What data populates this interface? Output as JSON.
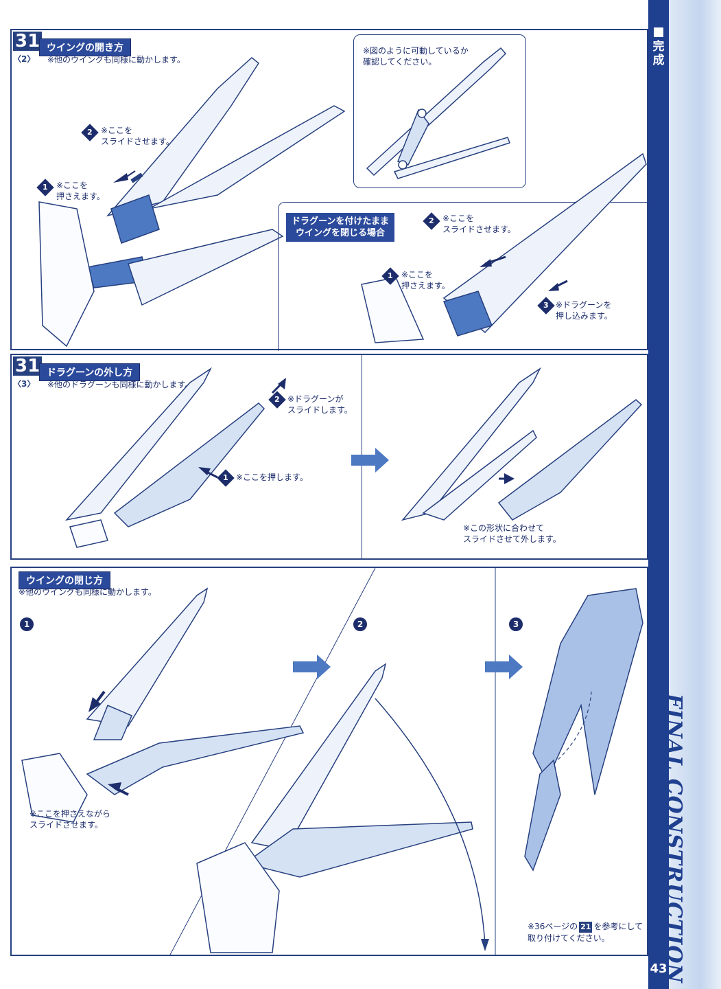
{
  "sidebar": {
    "title": "完成",
    "page_number": "43",
    "vertical_title": "FINAL CONSTRUCTION"
  },
  "section1": {
    "step_number": "31",
    "substep": "〈2〉",
    "title": "ウイングの開き方",
    "subnote": "※他のウイングも同様に動かします。",
    "inset_note": "※図のように可動しているか\n確認してください。",
    "note1_num": "1",
    "note1": "※ここを\n押さえます。",
    "note2_num": "2",
    "note2": "※ここを\nスライドさせます。",
    "box_title": "ドラグーンを付けたまま\nウイングを閉じる場合",
    "box_note1_num": "1",
    "box_note1": "※ここを\n押さえます。",
    "box_note2_num": "2",
    "box_note2": "※ここを\nスライドさせます。",
    "box_note3_num": "3",
    "box_note3": "※ドラグーンを\n押し込みます。"
  },
  "section2": {
    "step_number": "31",
    "substep": "〈3〉",
    "title": "ドラグーンの外し方",
    "subnote": "※他のドラグーンも同様に動かします。",
    "note1_num": "1",
    "note1": "※ここを押します。",
    "note2_num": "2",
    "note2": "※ドラグーンが\nスライドします。",
    "note3": "※この形状に合わせて\nスライドさせて外します。"
  },
  "section3": {
    "title": "ウイングの閉じ方",
    "subnote": "※他のウイングも同様に動かします。",
    "step1": "1",
    "step2": "2",
    "step3": "3",
    "note_press": "※ここを押さえながら\nスライドさせます。",
    "ref_badge": "21",
    "note_ref_pre": "※36ページの",
    "note_ref_post": "を参考にして\n取り付けてください。"
  },
  "colors": {
    "accent": "#27407f",
    "part_fill": "#a9c1e6",
    "highlight": "#4d78c2",
    "sidebar": "#1f3f8f"
  }
}
